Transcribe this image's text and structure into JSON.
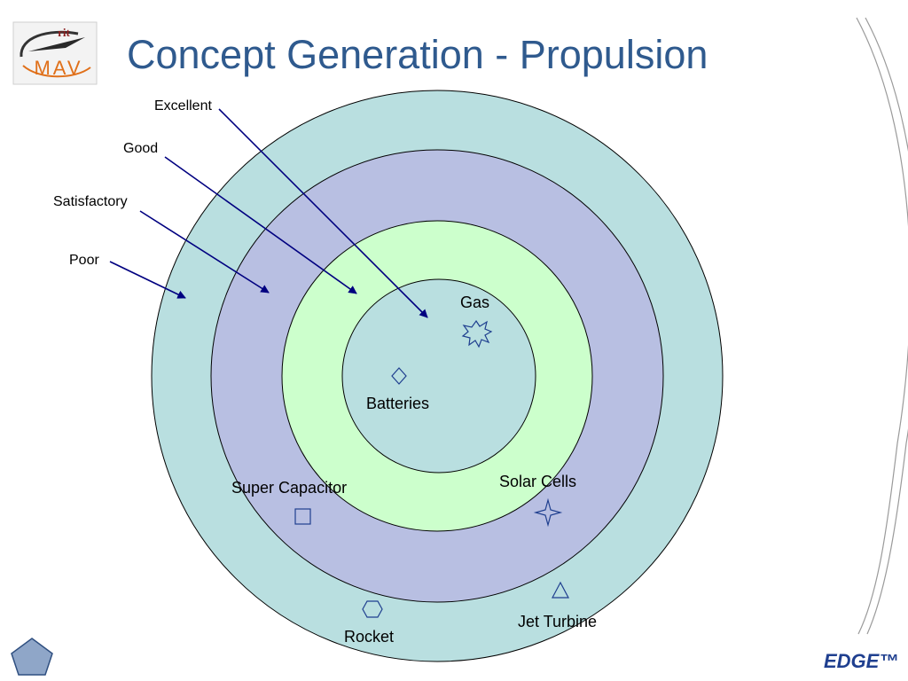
{
  "title": "Concept Generation - Propulsion",
  "logo": {
    "top_text": "rit",
    "bottom_text": "MAV"
  },
  "rings": [
    {
      "label": "Excellent",
      "color": "#b9dfe0"
    },
    {
      "label": "Good",
      "color": "#ccffcc"
    },
    {
      "label": "Satisfactory",
      "color": "#b8bfe2"
    },
    {
      "label": "Poor",
      "color": "#b9dfe0"
    }
  ],
  "concepts": {
    "gas": {
      "label": "Gas",
      "icon": "explosion-icon"
    },
    "batteries": {
      "label": "Batteries",
      "icon": "diamond-icon"
    },
    "super_capacitor": {
      "label": "Super Capacitor",
      "icon": "square-icon"
    },
    "solar_cells": {
      "label": "Solar Cells",
      "icon": "four-point-star-icon"
    },
    "jet_turbine": {
      "label": "Jet Turbine",
      "icon": "triangle-icon"
    },
    "rocket": {
      "label": "Rocket",
      "icon": "hexagon-icon"
    }
  },
  "footer": {
    "brand": "EDGE™",
    "nav_icon": "pentagon-icon"
  },
  "colors": {
    "title": "#2f5a8e",
    "arrows": "#000080",
    "icons": "#1f3f8f"
  }
}
